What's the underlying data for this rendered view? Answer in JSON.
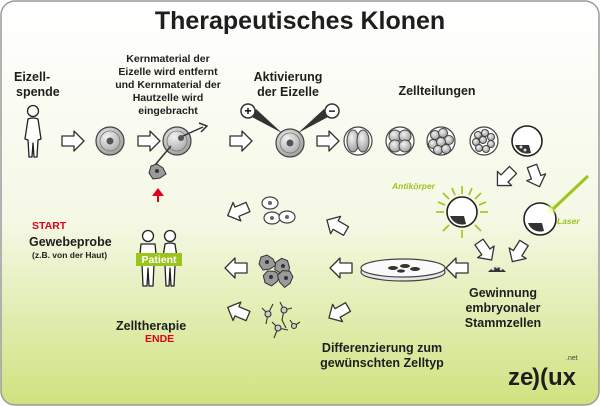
{
  "title": "Therapeutisches Klonen",
  "steps": {
    "egg_donation": [
      "Eizell-",
      "spende"
    ],
    "nucleus_transfer": [
      "Kernmaterial der",
      "Eizelle wird entfernt",
      "und Kernmaterial der",
      "Hautzelle wird",
      "eingebracht"
    ],
    "activation": [
      "Aktivierung",
      "der Eizelle"
    ],
    "cell_division": "Zellteilungen",
    "antibody": "Antikörper",
    "laser": "Laser",
    "stem_cells": [
      "Gewinnung",
      "embryonaler",
      "Stammzellen"
    ],
    "differentiation": [
      "Differenzierung zum",
      "gewünschten Zelltyp"
    ],
    "start": "START",
    "tissue_sample": "Gewebeprobe",
    "tissue_sample_sub": "(z.B. von der Haut)",
    "patient": "Patient",
    "cell_therapy": "Zelltherapie",
    "end": "ENDE"
  },
  "logo": {
    "left": "ze",
    "right": "ux",
    "suffix": ".net"
  },
  "colors": {
    "accent_green": "#9bc51d",
    "start_red": "#e2001a",
    "cell_gray": "#a8a8a8"
  }
}
